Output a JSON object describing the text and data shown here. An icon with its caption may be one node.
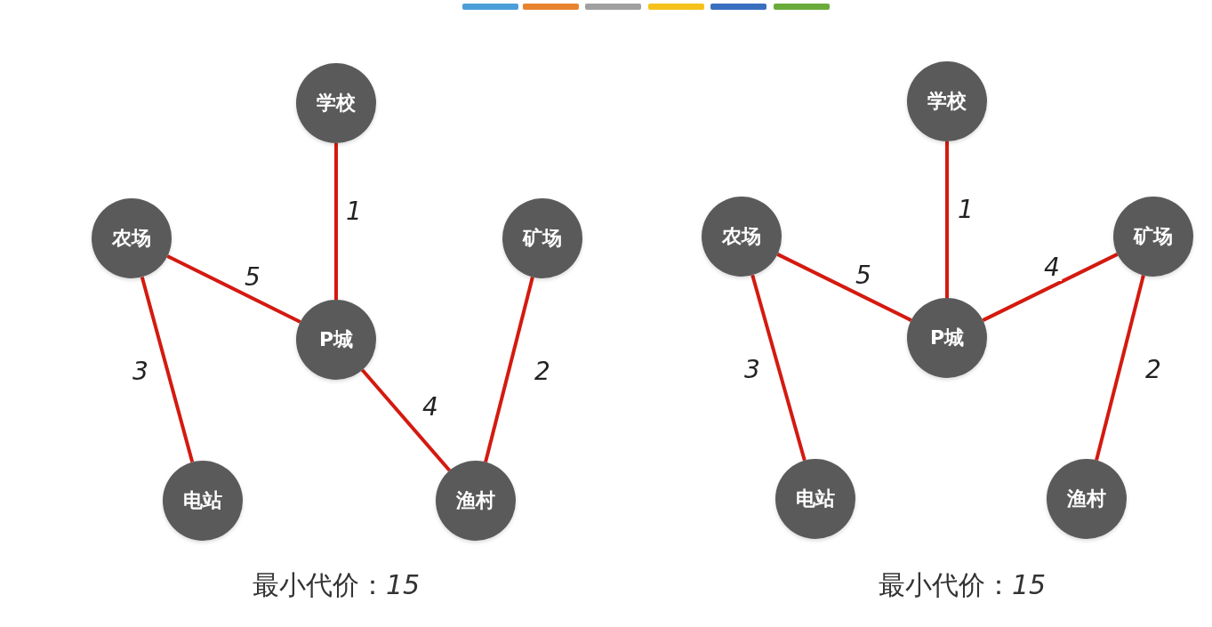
{
  "diagram": {
    "nodes": [
      {
        "text": [
          "学校"
        ]
      },
      {
        "text": [
          "农场"
        ]
      },
      {
        "text": [
          "矿场"
        ]
      },
      {
        "text": [
          "P城"
        ]
      },
      {
        "text": [
          "电站"
        ]
      },
      {
        "text": [
          "渔村"
        ]
      },
      {
        "text": [
          "学校"
        ]
      },
      {
        "text": [
          "农场"
        ]
      },
      {
        "text": [
          "矿场"
        ]
      },
      {
        "text": [
          "P城"
        ]
      },
      {
        "text": [
          "电站"
        ]
      },
      {
        "text": [
          "渔村"
        ]
      }
    ],
    "edges": [
      {
        "from": 0,
        "to": 3,
        "arrow": "none",
        "label": "1"
      },
      {
        "from": 1,
        "to": 3,
        "arrow": "none",
        "label": "5"
      },
      {
        "from": 1,
        "to": 4,
        "arrow": "none",
        "label": "3"
      },
      {
        "from": 3,
        "to": 5,
        "arrow": "none",
        "label": "4"
      },
      {
        "from": 2,
        "to": 5,
        "arrow": "none",
        "label": "2"
      },
      {
        "from": 6,
        "to": 9,
        "arrow": "none",
        "label": "1"
      },
      {
        "from": 7,
        "to": 9,
        "arrow": "none",
        "label": "5"
      },
      {
        "from": 9,
        "to": 8,
        "arrow": "none",
        "label": "4"
      },
      {
        "from": 7,
        "to": 10,
        "arrow": "none",
        "label": "3"
      },
      {
        "from": 8,
        "to": 11,
        "arrow": "none",
        "label": "2"
      }
    ],
    "labels": [
      "最小代价：*15*",
      "最小代价：*15*"
    ]
  }
}
